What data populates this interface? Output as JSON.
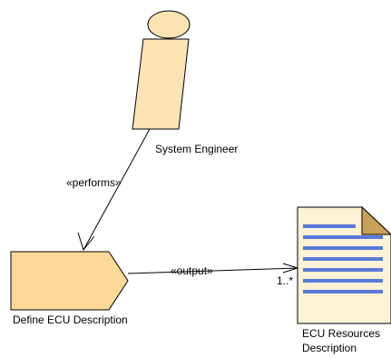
{
  "diagram": {
    "role": {
      "label": "System Engineer",
      "fill": "#fbe3b3",
      "stroke": "#000000"
    },
    "task": {
      "label": "Define ECU Description",
      "fill": "#fbd897",
      "stroke": "#000000"
    },
    "artifact": {
      "label_line1": "ECU Resources",
      "label_line2": "Description",
      "page_fill": "#fdf2d6",
      "fold_fill": "#c8a059",
      "line_color": "#5b78d8"
    },
    "edges": {
      "performs_label": "«performs»",
      "output_label": "«output»",
      "output_multiplicity": "1..*"
    }
  }
}
